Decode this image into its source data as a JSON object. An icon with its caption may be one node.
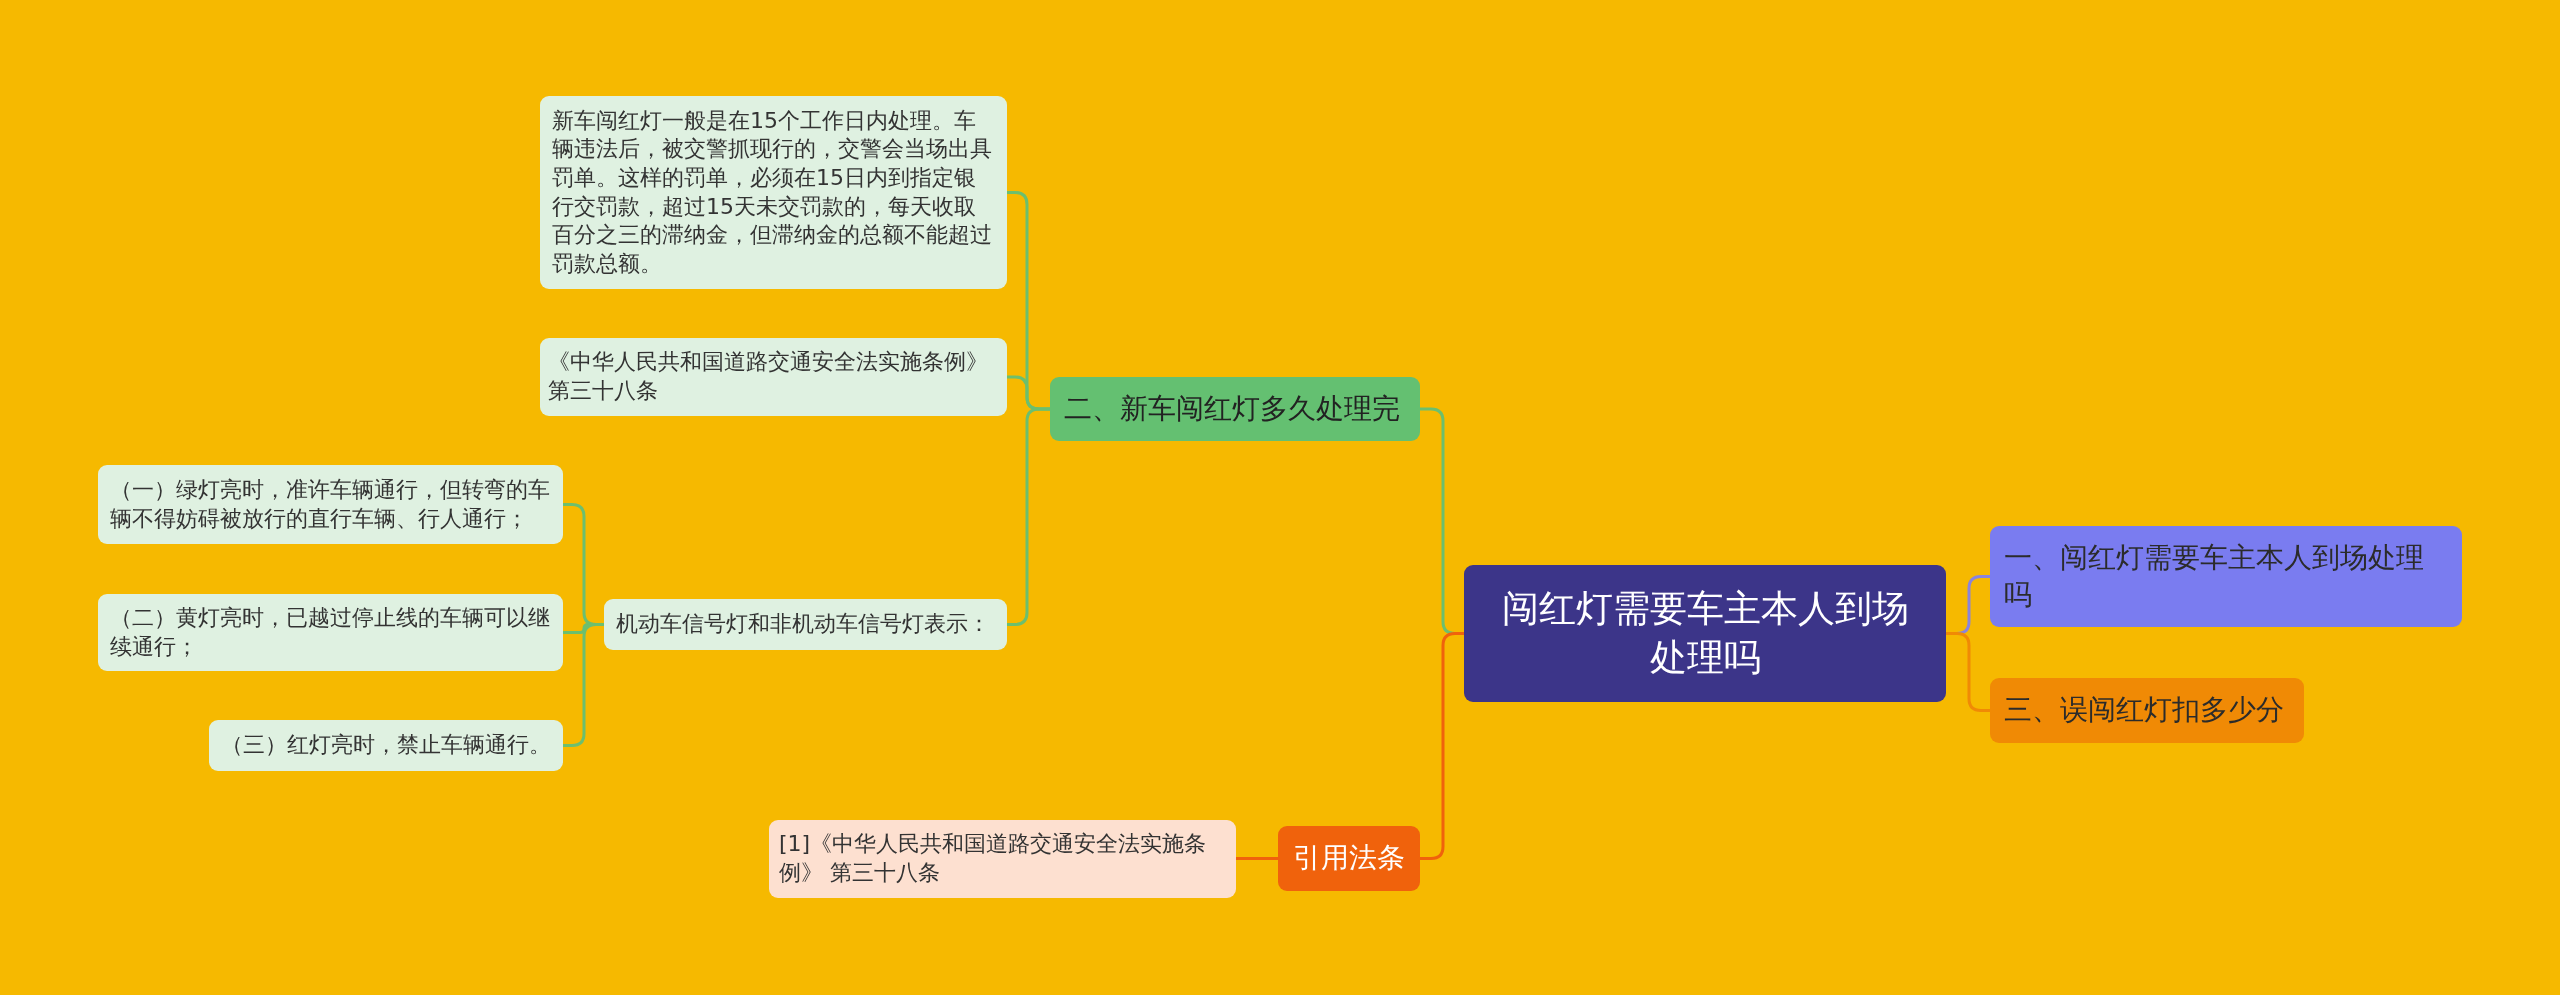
{
  "diagram": {
    "nodes": [
      {
        "text": [
          "闯红灯需要车主本人到场处理吗"
        ]
      },
      {
        "text": [
          "一、闯红灯需要车主本人到场处理吗"
        ]
      },
      {
        "text": [
          "三、误闯红灯扣多少分"
        ]
      },
      {
        "text": [
          "二、新车闯红灯多久处理完"
        ]
      },
      {
        "text": [
          "新车闯红灯一般是在15个工作日内处理。车辆违法后，被交警抓现行的，交警会当场出具罚单。这样的罚单，必须在15日内到指定银行交罚款，超过15天未交罚款的，每天收取百分之三的滞纳金，但滞纳金的总额不能超过罚款总额。"
        ]
      },
      {
        "text": [
          "《中华人民共和国道路交通安全法实施条例》第三十八条"
        ]
      },
      {
        "text": [
          "机动车信号灯和非机动车信号灯表示："
        ]
      },
      {
        "text": [
          "（一）绿灯亮时，准许车辆通行，但转弯的车辆不得妨碍被放行的直行车辆、行人通行；"
        ]
      },
      {
        "text": [
          "（二）黄灯亮时，已越过停止线的车辆可以继续通行；"
        ]
      },
      {
        "text": [
          "（三）红灯亮时，禁止车辆通行。"
        ]
      },
      {
        "text": [
          "引用法条"
        ]
      },
      {
        "text": [
          "[1]《中华人民共和国道路交通安全法实施条例》 第三十八条"
        ]
      }
    ],
    "edges": [
      {
        "from": 0,
        "to": 1,
        "arrow": "none",
        "color": "#8a84dc"
      },
      {
        "from": 0,
        "to": 2,
        "arrow": "none",
        "color": "#f08a05"
      },
      {
        "from": 0,
        "to": 3,
        "arrow": "none"
      },
      {
        "from": 0,
        "to": 10,
        "arrow": "none",
        "color": "#f0620c"
      },
      {
        "from": 3,
        "to": 4,
        "arrow": "none"
      },
      {
        "from": 3,
        "to": 5,
        "arrow": "none"
      },
      {
        "from": 3,
        "to": 6,
        "arrow": "none"
      },
      {
        "from": 6,
        "to": 7,
        "arrow": "none"
      },
      {
        "from": 6,
        "to": 8,
        "arrow": "none"
      },
      {
        "from": 6,
        "to": 9,
        "arrow": "none"
      },
      {
        "from": 10,
        "to": 11,
        "arrow": "none",
        "color": "#f0620c"
      }
    ]
  }
}
